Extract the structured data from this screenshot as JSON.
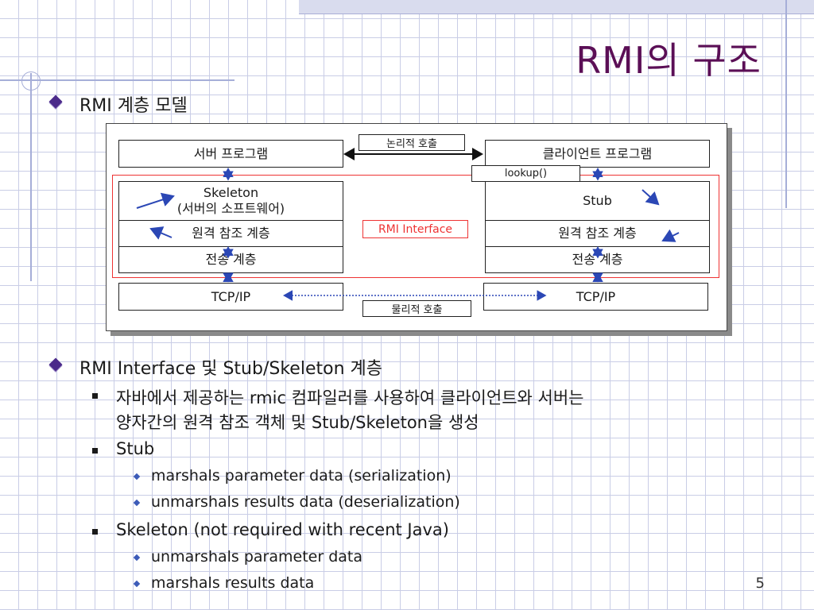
{
  "slide": {
    "title": "RMI의 구조",
    "page_number": "5"
  },
  "bullets": {
    "b1": "RMI 계층 모델",
    "b2": "RMI Interface 및 Stub/Skeleton 계층",
    "b2_sub1_line1": "자바에서 제공하는 rmic 컴파일러를 사용하여 클라이언트와 서버는",
    "b2_sub1_line2": "양자간의 원격 참조 객체 및 Stub/Skeleton을 생성",
    "b2_sub2": "Stub",
    "b2_sub2_i1": "marshals parameter data (serialization)",
    "b2_sub2_i2": "unmarshals results data (deserialization)",
    "b2_sub3": "Skeleton (not required with recent Java)",
    "b2_sub3_i1": "unmarshals parameter data",
    "b2_sub3_i2": "marshals results data"
  },
  "diagram": {
    "server_program": "서버 프로그램",
    "client_program": "클라이언트 프로그램",
    "logical_call": "논리적 호출",
    "lookup": "lookup()",
    "skeleton_line1": "Skeleton",
    "skeleton_line2": "(서버의 소프트웨어)",
    "stub": "Stub",
    "remote_ref_left": "원격 참조 계층",
    "remote_ref_right": "원격 참조 계층",
    "transport_left": "전송 계층",
    "transport_right": "전송 계층",
    "rmi_interface": "RMI Interface",
    "tcpip_left": "TCP/IP",
    "tcpip_right": "TCP/IP",
    "physical_call": "물리적 호출"
  }
}
